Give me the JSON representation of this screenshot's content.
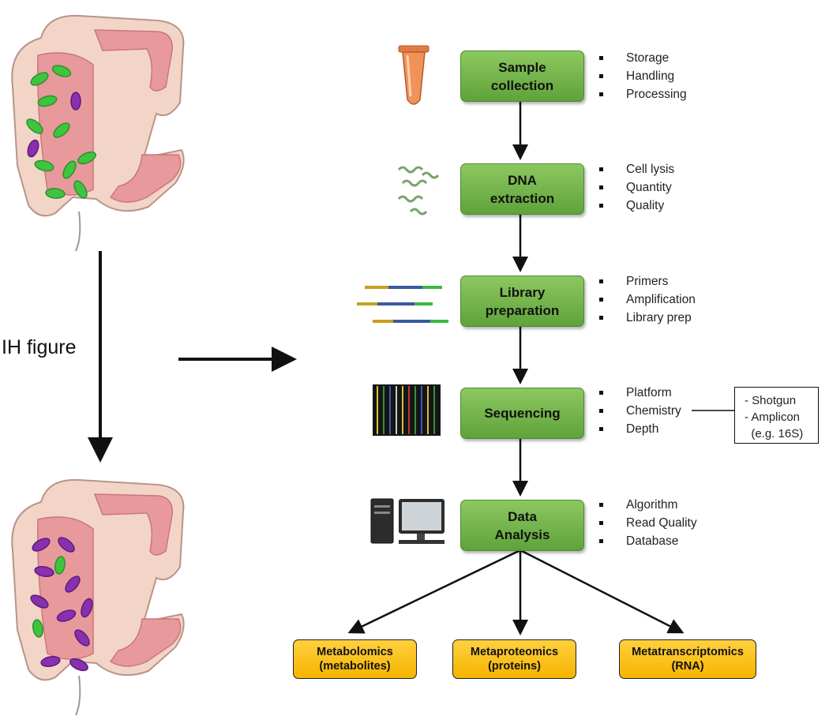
{
  "side_label": "IH figure",
  "workflow": [
    {
      "id": "sample",
      "label": "Sample\ncollection",
      "icon": "microtube-icon",
      "bullets": [
        "Storage",
        "Handling",
        "Processing"
      ]
    },
    {
      "id": "dna",
      "label": "DNA\nextraction",
      "icon": "dna-helix-icon",
      "bullets": [
        "Cell lysis",
        "Quantity",
        "Quality"
      ]
    },
    {
      "id": "library",
      "label": "Library\npreparation",
      "icon": "dna-fragments-icon",
      "bullets": [
        "Primers",
        "Amplification",
        "Library prep"
      ]
    },
    {
      "id": "sequencing",
      "label": "Sequencing",
      "icon": "sequencing-image-icon",
      "bullets": [
        "Platform",
        "Chemistry",
        "Depth"
      ]
    },
    {
      "id": "analysis",
      "label": "Data\nAnalysis",
      "icon": "computer-icon",
      "bullets": [
        "Algorithm",
        "Read Quality",
        "Database"
      ]
    }
  ],
  "sequencing_types": [
    "- Shotgun",
    "- Amplicon",
    "  (e.g. 16S)"
  ],
  "omics": [
    {
      "id": "metabolomics",
      "label": "Metabolomics\n(metabolites)"
    },
    {
      "id": "metaproteomics",
      "label": "Metaproteomics\n(proteins)"
    },
    {
      "id": "metatranscriptomics",
      "label": "Metatranscriptomics\n(RNA)"
    }
  ],
  "colors": {
    "step_fill": "#6fb344",
    "omics_fill": "#fcc419",
    "healthy_bacteria": "#3fc43f",
    "pathogenic_bacteria": "#8a2fb0",
    "colon": "#e8999c"
  }
}
